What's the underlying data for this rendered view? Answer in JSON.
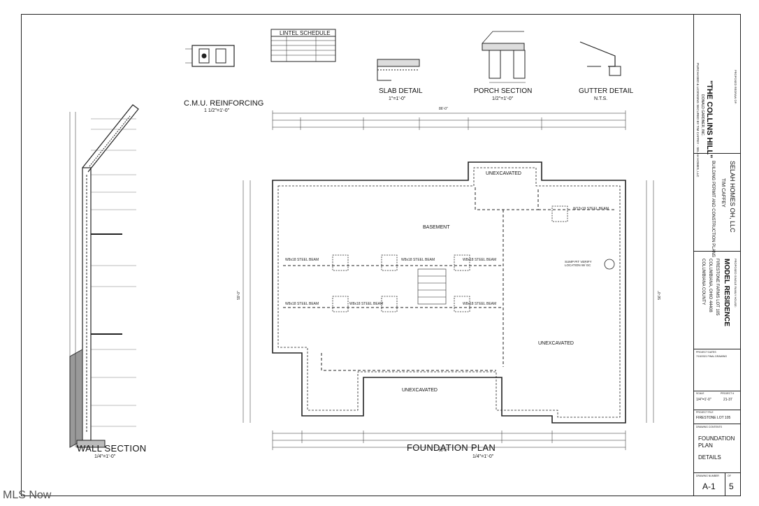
{
  "sheet": {
    "wall_section_title": "WALL SECTION",
    "wall_section_scale": "1/4\"=1'-0\"",
    "foundation_title": "FOUNDATION PLAN",
    "foundation_scale": "1/4\"=1'-0\"",
    "cmu_title": "C.M.U. REINFORCING",
    "cmu_scale": "1 1/2\"=1'-0\"",
    "lintel_title": "LINTEL SCHEDULE",
    "slab_title": "SLAB DETAIL",
    "slab_scale": "1\"=1'-0\"",
    "porch_title": "PORCH SECTION",
    "porch_scale": "1/2\"=1'-0\"",
    "gutter_title": "GUTTER DETAIL",
    "gutter_scale": "N.T.S."
  },
  "plan_labels": {
    "basement": "BASEMENT",
    "unexcavated_1": "UNEXCAVATED",
    "unexcavated_2": "UNEXCAVATED",
    "unexcavated_3": "UNEXCAVATED",
    "beam_1": "W8x18 STEEL BEAM",
    "beam_2": "W8x18 STEEL BEAM",
    "beam_3": "W8x18 STEEL BEAM",
    "beam_4": "W8x18 STEEL BEAM",
    "beam_5": "W8x18 STEEL BEAM",
    "beam_6": "W8x18 STEEL BEAM",
    "beam_7": "W12x19 STEEL BEAM",
    "sump": "SUMP PIT VERIFY LOCATION W/ GC",
    "dim_top": "86'-0\"",
    "dim_bottom": "86'-0\"",
    "dim_left": "59'-0\"",
    "dim_right": "56'-0\""
  },
  "title_block": {
    "project_name": "\"THE COLLINS HILL\"",
    "designer": "DONALD GARDNER, INC.",
    "license_note": "PURCHASED & LICENSING SECURED BY TIM CAFFEY - SELAH HOMES, LLC",
    "proposed_redraw": "PROPOSED REDRAW OF:",
    "company": "SELAH HOMES OH, LLC",
    "owner": "TIM CAFFEY",
    "plan_type": "BUILDING PERMIT AND CONSTRUCTION PLANS",
    "proposed_house": "PROPOSED SINGLE FAMILY HOUSE:",
    "model": "MODEL RESIDENCE",
    "location_1": "FIRESTONE FARMS   LOT 105",
    "location_2": "COLUMBIANA, OHIO 44408",
    "location_3": "COLUMBIANA COUNTY",
    "project_dates_label": "PROJECT DATES",
    "project_date": "7/15/2021 FINAL DRAWING",
    "scale_label": "SCALE",
    "scale_value": "1/4\"=1'-0\"",
    "project_no_label": "PROJECT #",
    "project_no": "21-37",
    "project_file_label": "PROJECT FILE",
    "project_file": "FIRESTONE LOT 105",
    "contents_label": "DRAWING CONTENTS",
    "contents_1": "FOUNDATION",
    "contents_2": "PLAN",
    "contents_3": "DETAILS",
    "drawing_no_label": "DRAWING NUMBER",
    "drawing_no": "A-1",
    "of_label": "OF",
    "of_value": "5"
  },
  "watermark": "MLS Now"
}
